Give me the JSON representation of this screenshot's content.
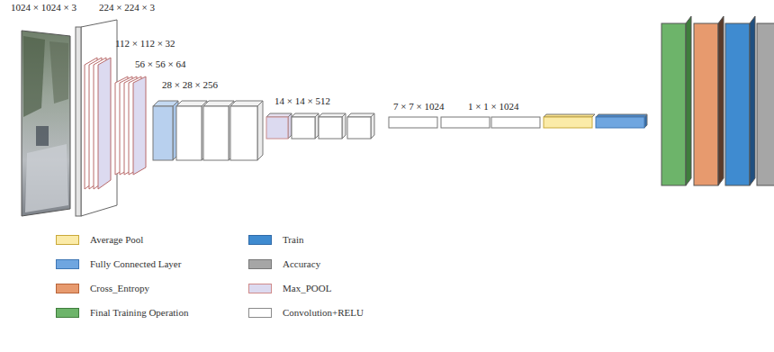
{
  "diagram": {
    "labels": [
      "1024 × 1024 × 3",
      "224 × 224 × 3",
      "112 × 112 × 32",
      "56 × 56 × 64",
      "28 × 28 × 256",
      "14 × 14 × 512",
      "7 × 7 × 1024",
      "1 × 1 × 1024"
    ],
    "legend": [
      {
        "text": "Average Pool",
        "color": "#fbeba8"
      },
      {
        "text": "Train",
        "color": "#3f8bd0"
      },
      {
        "text": "Fully Connected Layer",
        "color": "#6fa6e0"
      },
      {
        "text": "Accuracy",
        "color": "#a6a6a6"
      },
      {
        "text": "Cross_Entropy",
        "color": "#e79a6e"
      },
      {
        "text": "Max_POOL",
        "color": "#dcdaf0"
      },
      {
        "text": "Final Training Operation",
        "color": "#6db46a"
      },
      {
        "text": "Convolution+RELU",
        "color": "#ffffff"
      }
    ]
  }
}
